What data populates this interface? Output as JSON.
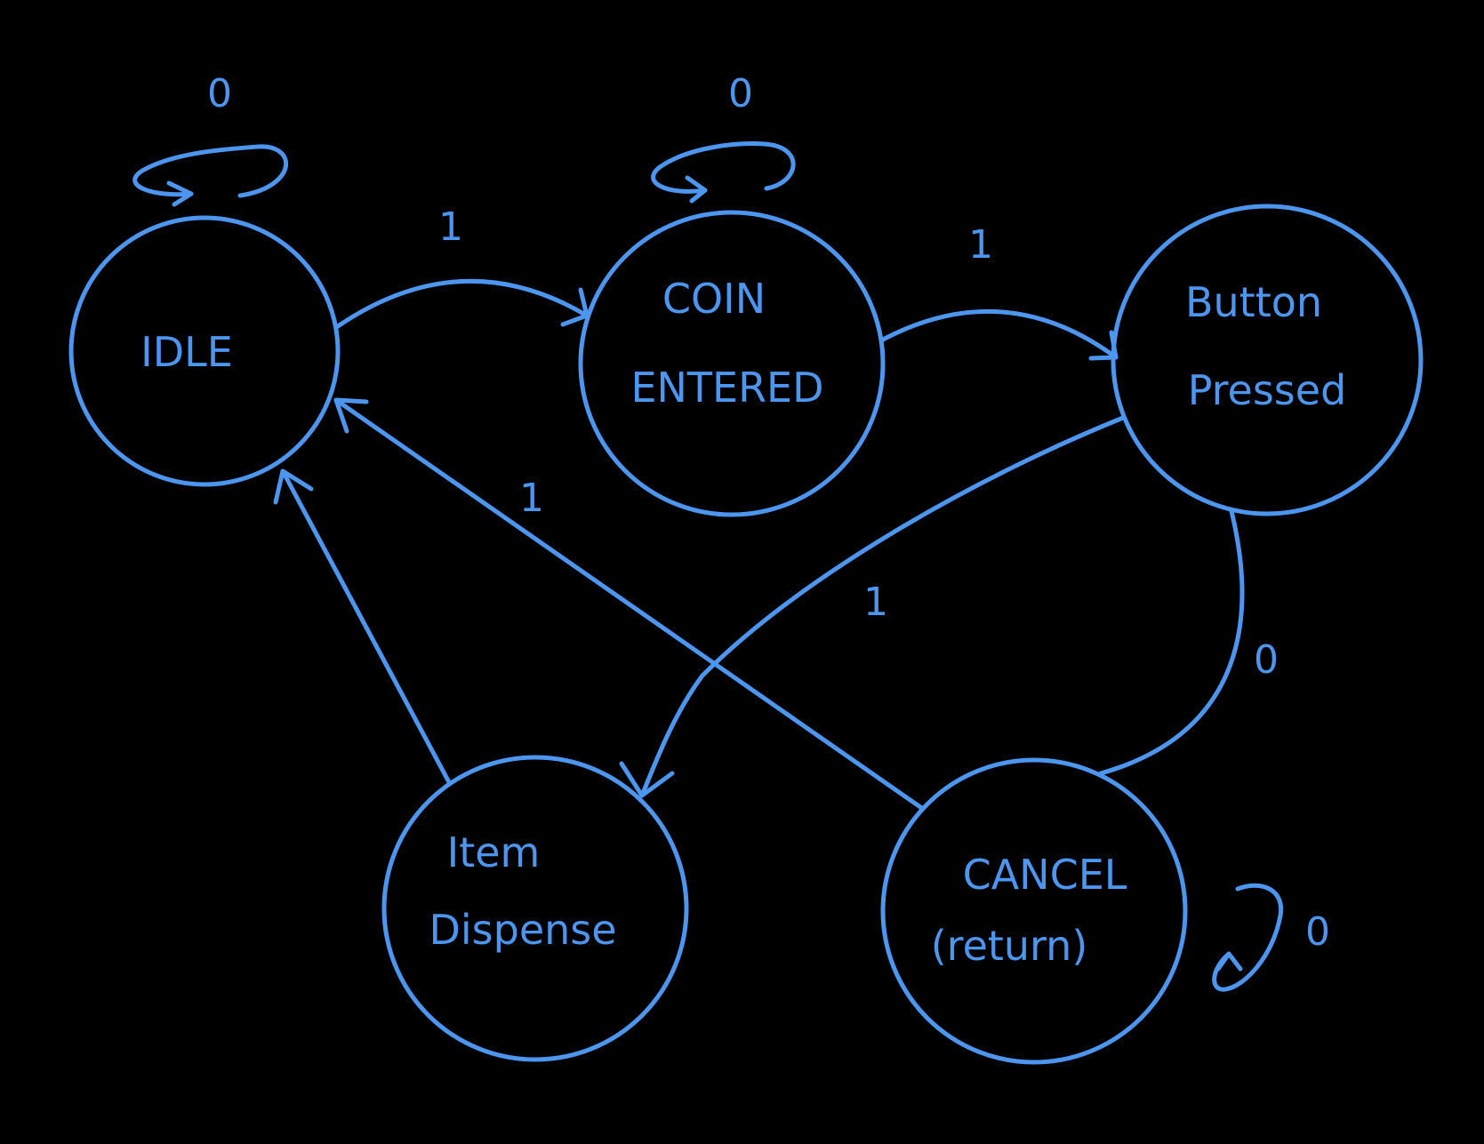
{
  "diagram": {
    "colors": {
      "background": "#000000",
      "stroke": "#4c96f0"
    },
    "states": {
      "idle": {
        "lines": [
          "IDLE"
        ]
      },
      "coin": {
        "lines": [
          "COIN",
          "ENTERED"
        ]
      },
      "button": {
        "lines": [
          "Button",
          "Pressed"
        ]
      },
      "item": {
        "lines": [
          "Item",
          "Dispense"
        ]
      },
      "cancel": {
        "lines": [
          "CANCEL",
          "(return)"
        ]
      }
    },
    "transitions": {
      "idle_self": {
        "label": "0"
      },
      "idle_to_coin": {
        "label": "1"
      },
      "coin_self": {
        "label": "0"
      },
      "coin_to_button": {
        "label": "1"
      },
      "button_to_item": {
        "label": "1"
      },
      "button_to_cancel": {
        "label": "0"
      },
      "cancel_to_idle": {
        "label": "1"
      },
      "cancel_self": {
        "label": "0"
      },
      "item_to_idle": {
        "label": ""
      }
    }
  }
}
